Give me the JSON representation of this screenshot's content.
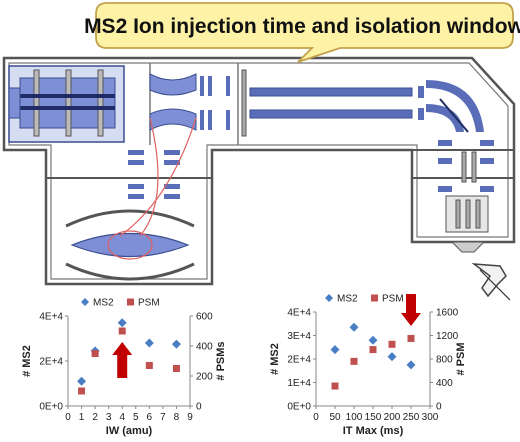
{
  "callout": {
    "title": "MS2 Ion injection time and isolation window"
  },
  "colors": {
    "callout_fill": "#fdf2a6",
    "callout_stroke": "#c2a24a",
    "instrument_fill": "#7e8fd6",
    "instrument_stroke": "#3a4e8f",
    "housing_fill": "#d6dcf2",
    "ms2_marker": "#4a7ec4",
    "psm_marker": "#c0504d",
    "arrow": "#c00000",
    "orbit_line": "#e06060"
  },
  "chart_data": [
    {
      "type": "scatter",
      "xlabel": "IW (amu)",
      "ylabel": "# MS2",
      "y2label": "# PSMs",
      "xlim": [
        0,
        9
      ],
      "xticks": [
        "0",
        "1",
        "2",
        "3",
        "4",
        "5",
        "6",
        "7",
        "8",
        "9"
      ],
      "ylim": [
        0,
        40000
      ],
      "yticks": [
        "0E+0",
        "2E+4",
        "4E+4"
      ],
      "y2lim": [
        0,
        600
      ],
      "y2ticks": [
        "0",
        "200",
        "400",
        "600"
      ],
      "legend": [
        "MS2",
        "PSM"
      ],
      "legend_position": "top",
      "series": [
        {
          "name": "MS2",
          "axis": "left",
          "marker": "diamond",
          "x": [
            1,
            2,
            4,
            6,
            8
          ],
          "y": [
            11000,
            24500,
            37000,
            28000,
            27500
          ]
        },
        {
          "name": "PSM",
          "axis": "right",
          "marker": "square",
          "x": [
            1,
            2,
            4,
            6,
            8
          ],
          "y": [
            100,
            350,
            500,
            270,
            250
          ]
        }
      ],
      "annotation": {
        "type": "arrow-up",
        "x": 4
      }
    },
    {
      "type": "scatter",
      "xlabel": "IT Max (ms)",
      "ylabel": "# MS2",
      "y2label": "# PSM",
      "xlim": [
        0,
        300
      ],
      "xticks": [
        "0",
        "50",
        "100",
        "150",
        "200",
        "250",
        "300"
      ],
      "ylim": [
        0,
        40000
      ],
      "yticks": [
        "0E+0",
        "1E+4",
        "2E+4",
        "3E+4",
        "4E+4"
      ],
      "y2lim": [
        0,
        1600
      ],
      "y2ticks": [
        "0",
        "400",
        "800",
        "1200",
        "1600"
      ],
      "legend": [
        "MS2",
        "PSM"
      ],
      "legend_position": "top",
      "series": [
        {
          "name": "MS2",
          "axis": "left",
          "marker": "diamond",
          "x": [
            50,
            100,
            150,
            200,
            250
          ],
          "y": [
            24000,
            33500,
            28000,
            21000,
            17500
          ]
        },
        {
          "name": "PSM",
          "axis": "right",
          "marker": "square",
          "x": [
            50,
            100,
            150,
            200,
            250
          ],
          "y": [
            340,
            760,
            960,
            1050,
            1150
          ]
        }
      ],
      "annotation": {
        "type": "arrow-down",
        "x": 250
      }
    }
  ]
}
